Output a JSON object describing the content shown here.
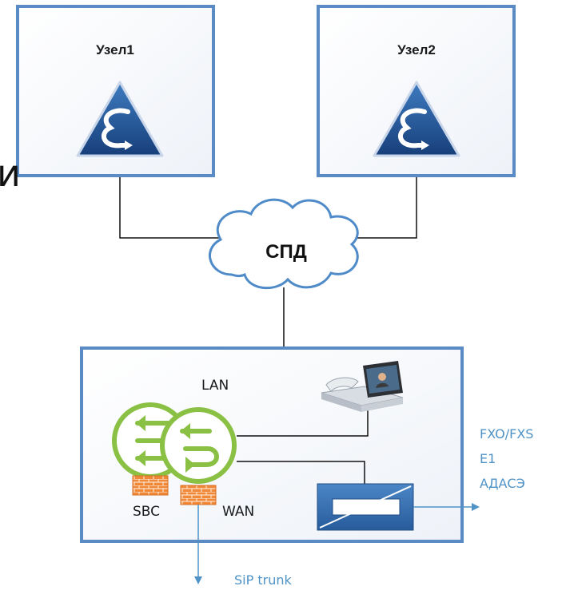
{
  "nodes": [
    {
      "title": "Узел1"
    },
    {
      "title": "Узел2"
    }
  ],
  "network": {
    "label": "СПД"
  },
  "site": {
    "lan_label": "LAN",
    "wan_label": "WAN",
    "sbc_label": "SBC"
  },
  "gateway_outputs": [
    "FXO/FXS",
    "E1",
    "АДАСЭ"
  ],
  "sip_trunk_label": "SiP trunk",
  "edge_fragment": "и",
  "colors": {
    "frame_blue": "#5b8bc4",
    "accent_green": "#8ac043",
    "brick_orange": "#f0883a",
    "link_blue": "#4f93c7"
  }
}
